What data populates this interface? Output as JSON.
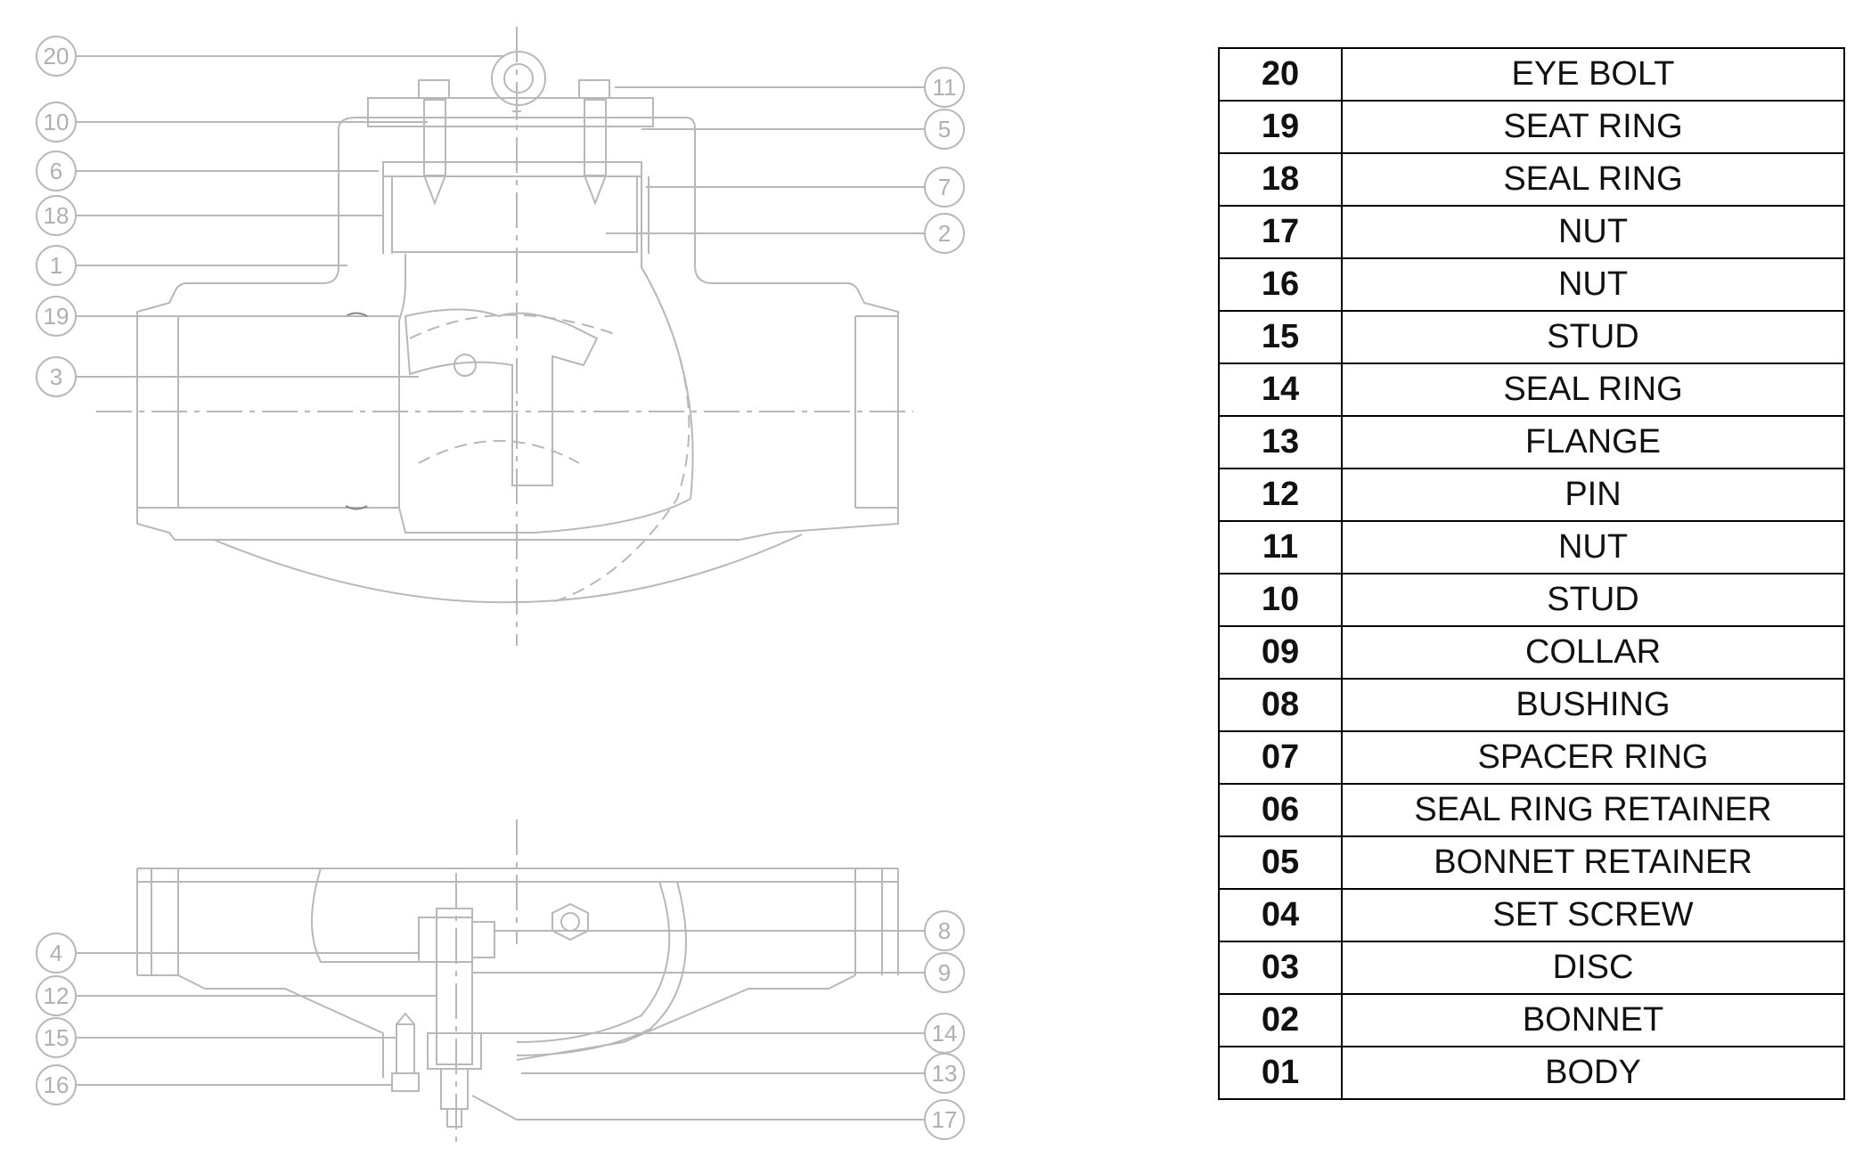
{
  "parts": [
    {
      "no": "20",
      "name": "EYE  BOLT"
    },
    {
      "no": "19",
      "name": "SEAT  RING"
    },
    {
      "no": "18",
      "name": "SEAL  RING"
    },
    {
      "no": "17",
      "name": "NUT"
    },
    {
      "no": "16",
      "name": "NUT"
    },
    {
      "no": "15",
      "name": "STUD"
    },
    {
      "no": "14",
      "name": "SEAL  RING"
    },
    {
      "no": "13",
      "name": "FLANGE"
    },
    {
      "no": "12",
      "name": "PIN"
    },
    {
      "no": "11",
      "name": "NUT"
    },
    {
      "no": "10",
      "name": "STUD"
    },
    {
      "no": "09",
      "name": "COLLAR"
    },
    {
      "no": "08",
      "name": "BUSHING"
    },
    {
      "no": "07",
      "name": "SPACER  RING"
    },
    {
      "no": "06",
      "name": "SEAL  RING  RETAINER"
    },
    {
      "no": "05",
      "name": "BONNET  RETAINER"
    },
    {
      "no": "04",
      "name": "SET  SCREW"
    },
    {
      "no": "03",
      "name": "DISC"
    },
    {
      "no": "02",
      "name": "BONNET"
    },
    {
      "no": "01",
      "name": "BODY"
    }
  ],
  "callouts": {
    "left": [
      "20",
      "10",
      "6",
      "18",
      "1",
      "19",
      "3",
      "4",
      "12",
      "15",
      "16"
    ],
    "right": [
      "11",
      "5",
      "7",
      "2",
      "8",
      "9",
      "14",
      "13",
      "17"
    ]
  },
  "colors": {
    "drawing_line": "#b8b8b8",
    "table_border": "#000000",
    "text": "#111111"
  }
}
